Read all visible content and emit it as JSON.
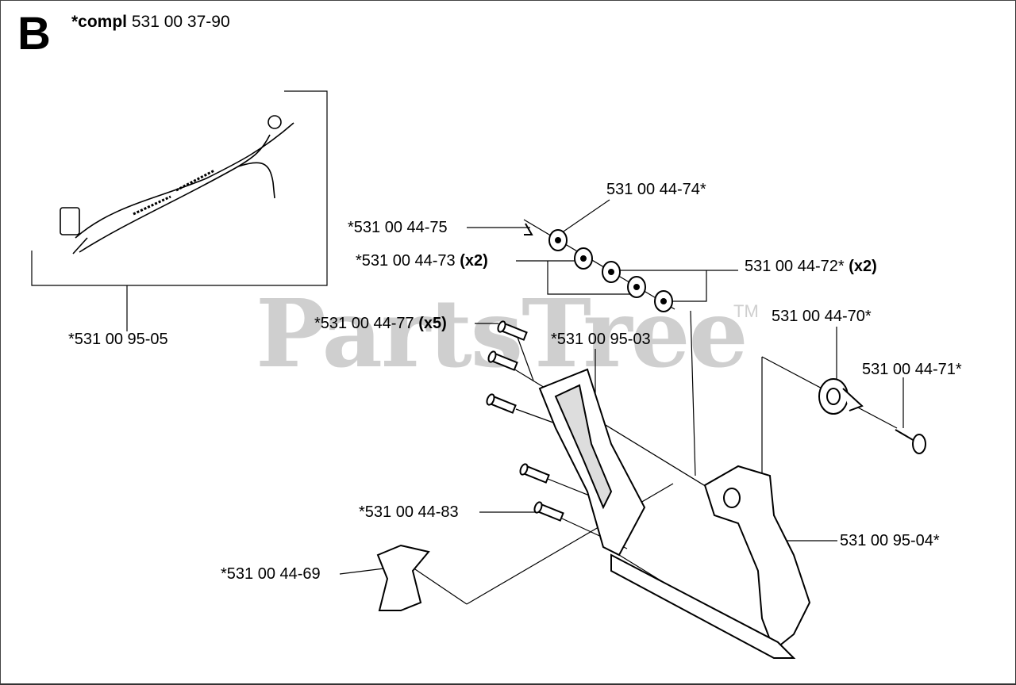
{
  "section": {
    "letter": "B",
    "compl_prefix": "*compl",
    "compl_number": "531 00 37-90"
  },
  "watermark": {
    "text": "PartsTree",
    "tm": "TM"
  },
  "labels": {
    "p7505": "*531 00 95-05",
    "p4474": "531 00 44-74*",
    "p4475": "*531 00 44-75",
    "p4473": "*531 00 44-73",
    "p4473_qty": "(x2)",
    "p4472": "531 00 44-72*",
    "p4472_qty": "(x2)",
    "p4477": "*531 00 44-77",
    "p4477_qty": "(x5)",
    "p9503": "*531 00 95-03",
    "p4470": "531 00 44-70*",
    "p4471": "531 00 44-71*",
    "p4483": "*531 00 44-83",
    "p9504": "531 00 95-04*",
    "p4469": "*531 00 44-69"
  }
}
